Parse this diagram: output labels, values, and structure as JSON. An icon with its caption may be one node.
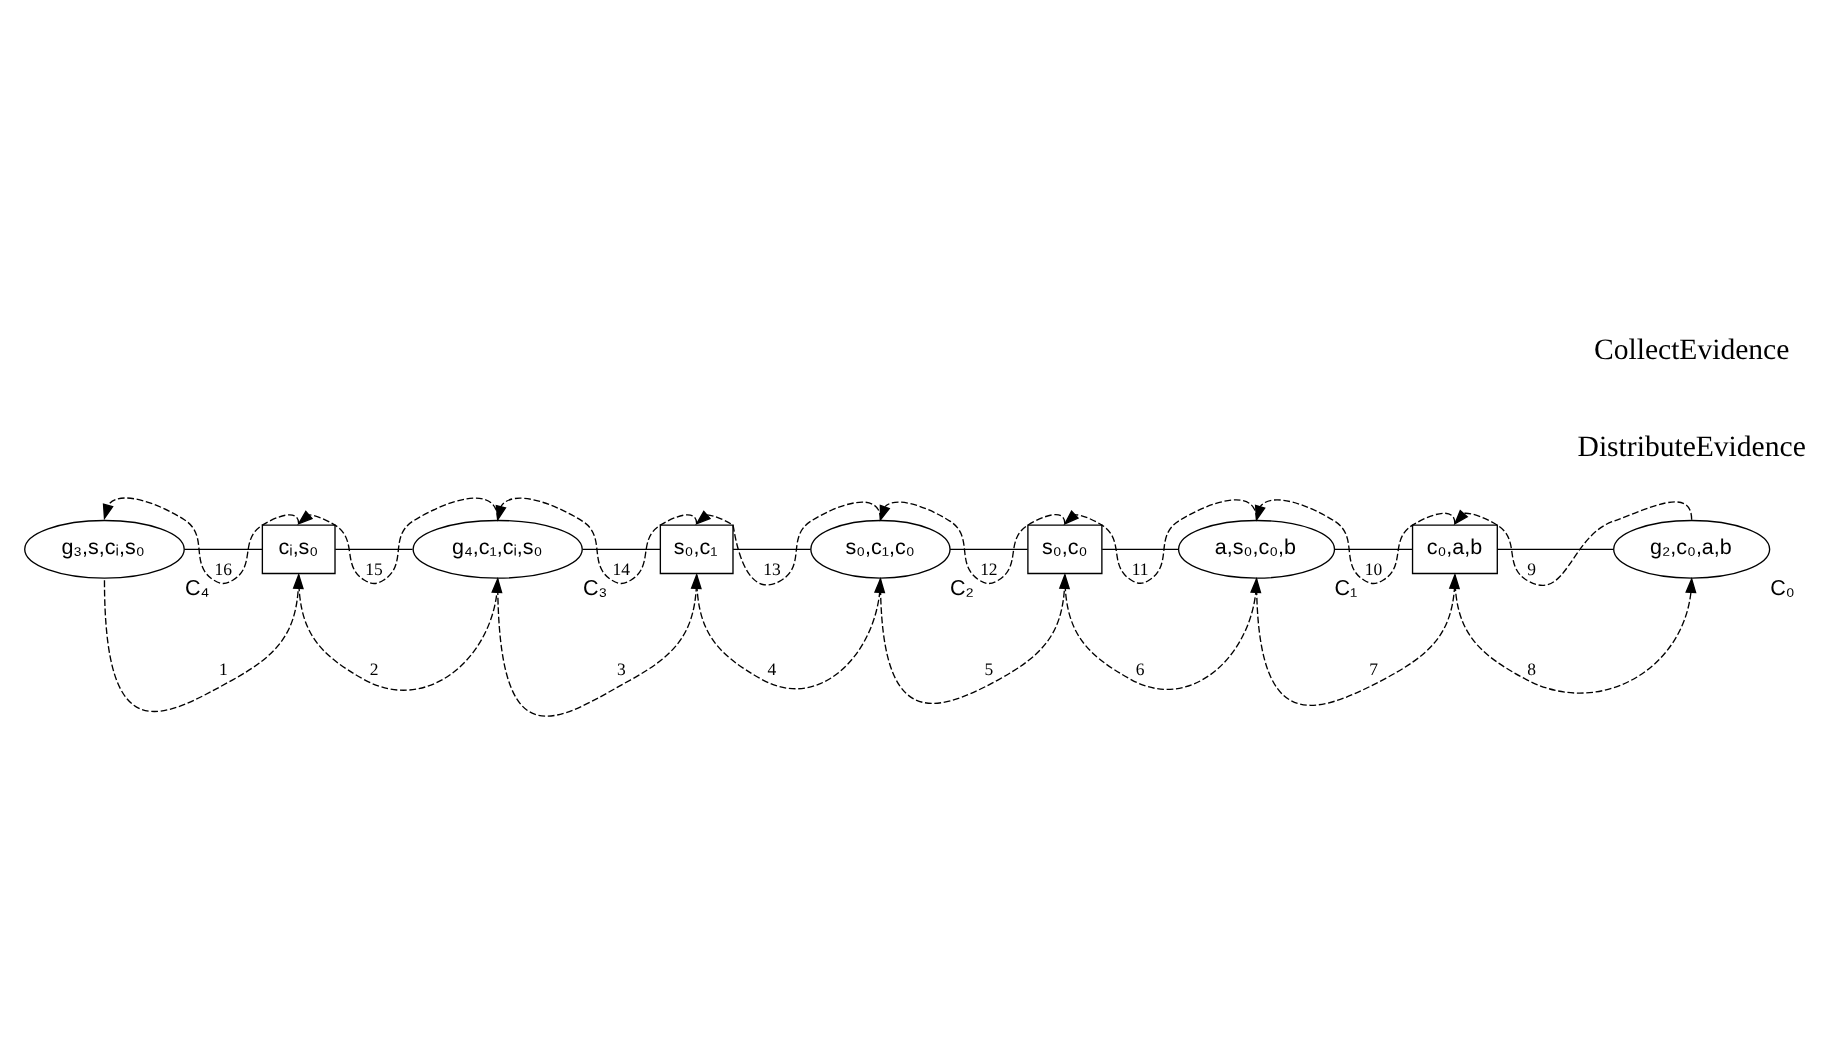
{
  "diagram": {
    "nodes": [
      {
        "text": [
          "g₂,c₀,a,b"
        ],
        "beside": [
          "C₀"
        ]
      },
      {
        "text": [
          "c₀,a,b"
        ]
      },
      {
        "text": [
          "a,s₀,c₀,b"
        ],
        "beside": [
          "C₁"
        ]
      },
      {
        "text": [
          "s₀,c₀"
        ]
      },
      {
        "text": [
          "s₀,c₁,c₀"
        ],
        "beside": [
          "C₂"
        ]
      },
      {
        "text": [
          "s₀,c₁"
        ]
      },
      {
        "text": [
          "g₄,c₁,cᵢ,s₀"
        ],
        "beside": [
          "C₃"
        ]
      },
      {
        "text": [
          "cᵢ,s₀"
        ]
      },
      {
        "text": [
          "g₃,s,cᵢ,s₀"
        ],
        "beside": [
          "C₄"
        ]
      }
    ],
    "edges": [
      {
        "from": 0,
        "to": 1,
        "arrow": "none"
      },
      {
        "from": 1,
        "to": 2,
        "arrow": "none"
      },
      {
        "from": 2,
        "to": 3,
        "arrow": "none"
      },
      {
        "from": 3,
        "to": 4,
        "arrow": "none"
      },
      {
        "from": 4,
        "to": 5,
        "arrow": "none"
      },
      {
        "from": 5,
        "to": 6,
        "arrow": "none"
      },
      {
        "from": 6,
        "to": 7,
        "arrow": "none"
      },
      {
        "from": 7,
        "to": 8,
        "arrow": "none"
      },
      {
        "from": 8,
        "to": 7,
        "arrow": "to",
        "label": "1",
        "style": "dashed"
      },
      {
        "from": 7,
        "to": 6,
        "arrow": "to",
        "label": "2",
        "style": "dashed"
      },
      {
        "from": 6,
        "to": 5,
        "arrow": "to",
        "label": "3",
        "style": "dashed"
      },
      {
        "from": 5,
        "to": 4,
        "arrow": "to",
        "label": "4",
        "style": "dashed"
      },
      {
        "from": 4,
        "to": 3,
        "arrow": "to",
        "label": "5",
        "style": "dashed"
      },
      {
        "from": 3,
        "to": 2,
        "arrow": "to",
        "label": "6",
        "style": "dashed"
      },
      {
        "from": 2,
        "to": 1,
        "arrow": "to",
        "label": "7",
        "style": "dashed"
      },
      {
        "from": 1,
        "to": 0,
        "arrow": "to",
        "label": "8",
        "style": "dashed"
      },
      {
        "from": 0,
        "to": 1,
        "arrow": "to",
        "label": "9",
        "style": "dashed"
      },
      {
        "from": 1,
        "to": 2,
        "arrow": "to",
        "label": "10",
        "style": "dashed"
      },
      {
        "from": 2,
        "to": 3,
        "arrow": "to",
        "label": "11",
        "style": "dashed"
      },
      {
        "from": 3,
        "to": 4,
        "arrow": "to",
        "label": "12",
        "style": "dashed"
      },
      {
        "from": 4,
        "to": 5,
        "arrow": "to",
        "label": "13",
        "style": "dashed"
      },
      {
        "from": 5,
        "to": 6,
        "arrow": "to",
        "label": "14",
        "style": "dashed"
      },
      {
        "from": 6,
        "to": 7,
        "arrow": "to",
        "label": "15",
        "style": "dashed"
      },
      {
        "from": 7,
        "to": 8,
        "arrow": "to",
        "label": "16",
        "style": "dashed"
      }
    ],
    "labels": [
      "DistributeEvidence",
      "CollectEvidence"
    ]
  }
}
